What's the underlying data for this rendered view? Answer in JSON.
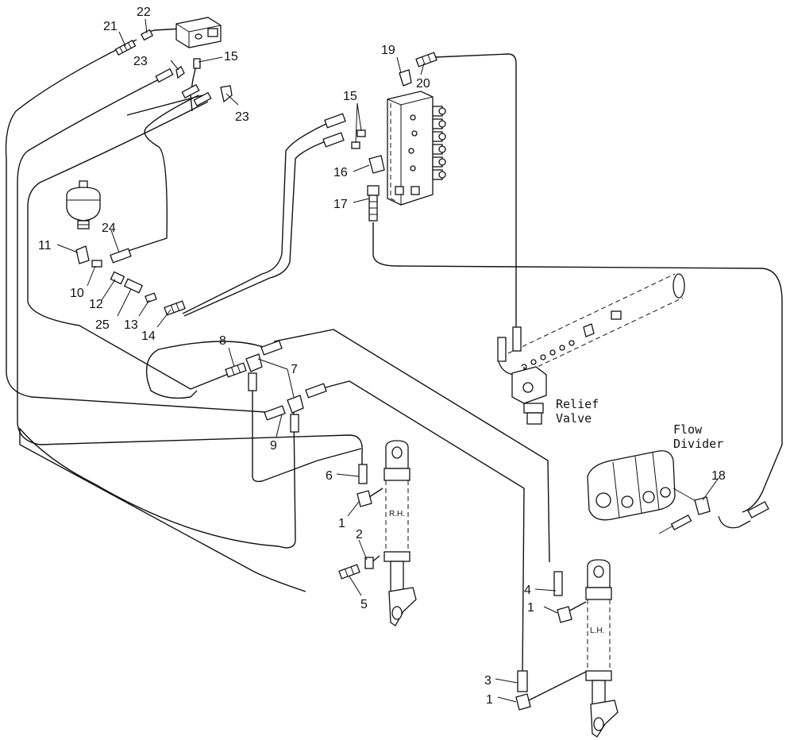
{
  "diagram": {
    "callouts": [
      "1",
      "2",
      "3",
      "4",
      "5",
      "6",
      "7",
      "8",
      "9",
      "10",
      "11",
      "12",
      "13",
      "14",
      "15",
      "16",
      "17",
      "18",
      "19",
      "20",
      "21",
      "22",
      "23",
      "24",
      "25"
    ],
    "captions": {
      "relief_valve": [
        "Relief",
        "Valve"
      ],
      "flow_divider": [
        "Flow",
        "Divider"
      ],
      "cylinder_rh": "R.H.",
      "cylinder_lh": "L.H."
    }
  }
}
